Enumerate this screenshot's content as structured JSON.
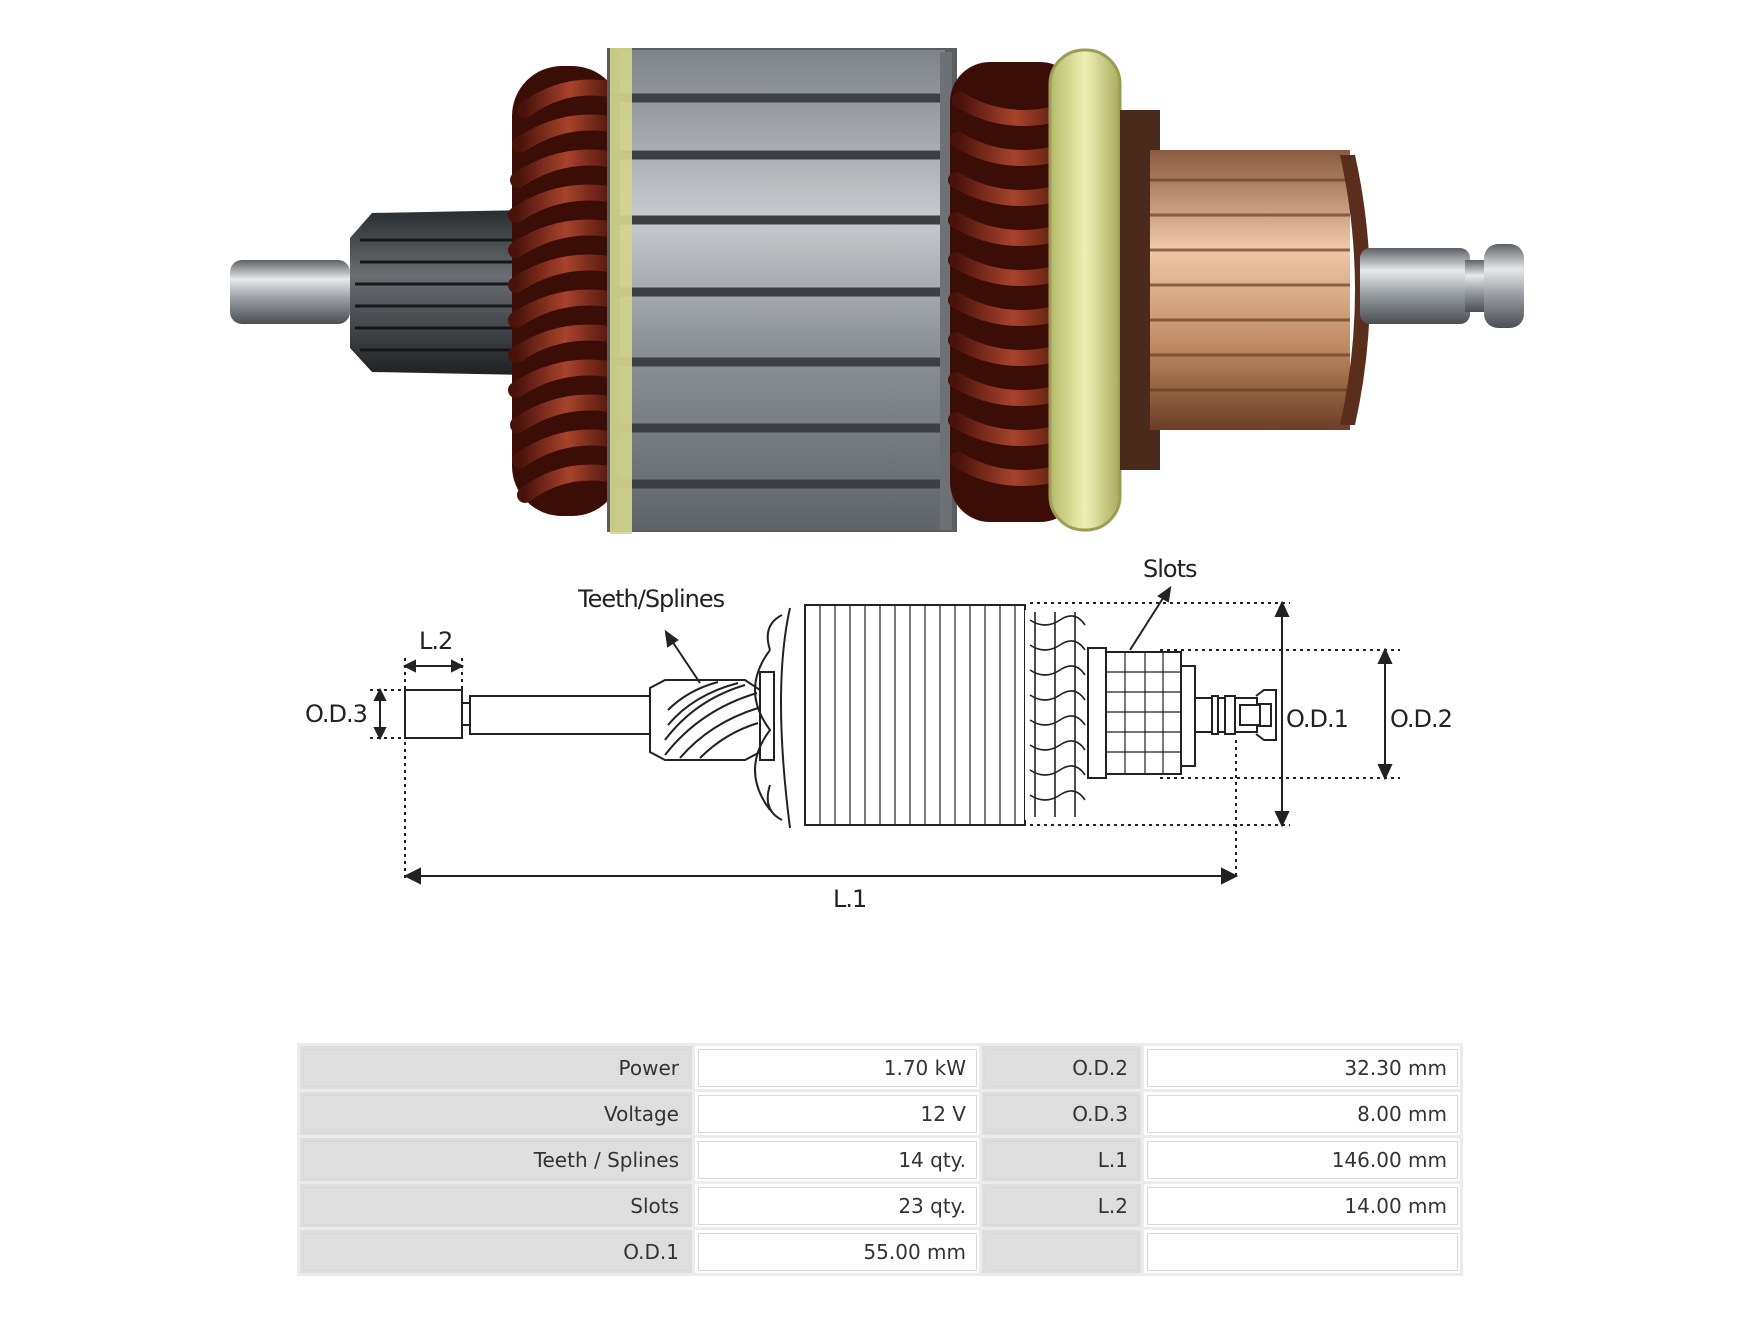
{
  "drawing": {
    "labels": {
      "teeth": "Teeth/Splines",
      "slots": "Slots",
      "l2": "L.2",
      "od3": "O.D.3",
      "od1": "O.D.1",
      "od2": "O.D.2",
      "l1": "L.1"
    }
  },
  "specs": {
    "rows": [
      [
        {
          "label": "Power",
          "value": "1.70 kW"
        },
        {
          "label": "O.D.2",
          "value": "32.30 mm"
        }
      ],
      [
        {
          "label": "Voltage",
          "value": "12 V"
        },
        {
          "label": "O.D.3",
          "value": "8.00 mm"
        }
      ],
      [
        {
          "label": "Teeth / Splines",
          "value": "14 qty."
        },
        {
          "label": "L.1",
          "value": "146.00 mm"
        }
      ],
      [
        {
          "label": "Slots",
          "value": "23 qty."
        },
        {
          "label": "L.2",
          "value": "14.00 mm"
        }
      ],
      [
        {
          "label": "O.D.1",
          "value": "55.00 mm"
        },
        {
          "label": "",
          "value": ""
        }
      ]
    ]
  },
  "colors": {
    "copper_wire": "#7a2616",
    "steel": "#8e9398",
    "commutator": "#c99670",
    "insulation_ring": "#d9dc95",
    "table_label_bg": "#dedede"
  }
}
